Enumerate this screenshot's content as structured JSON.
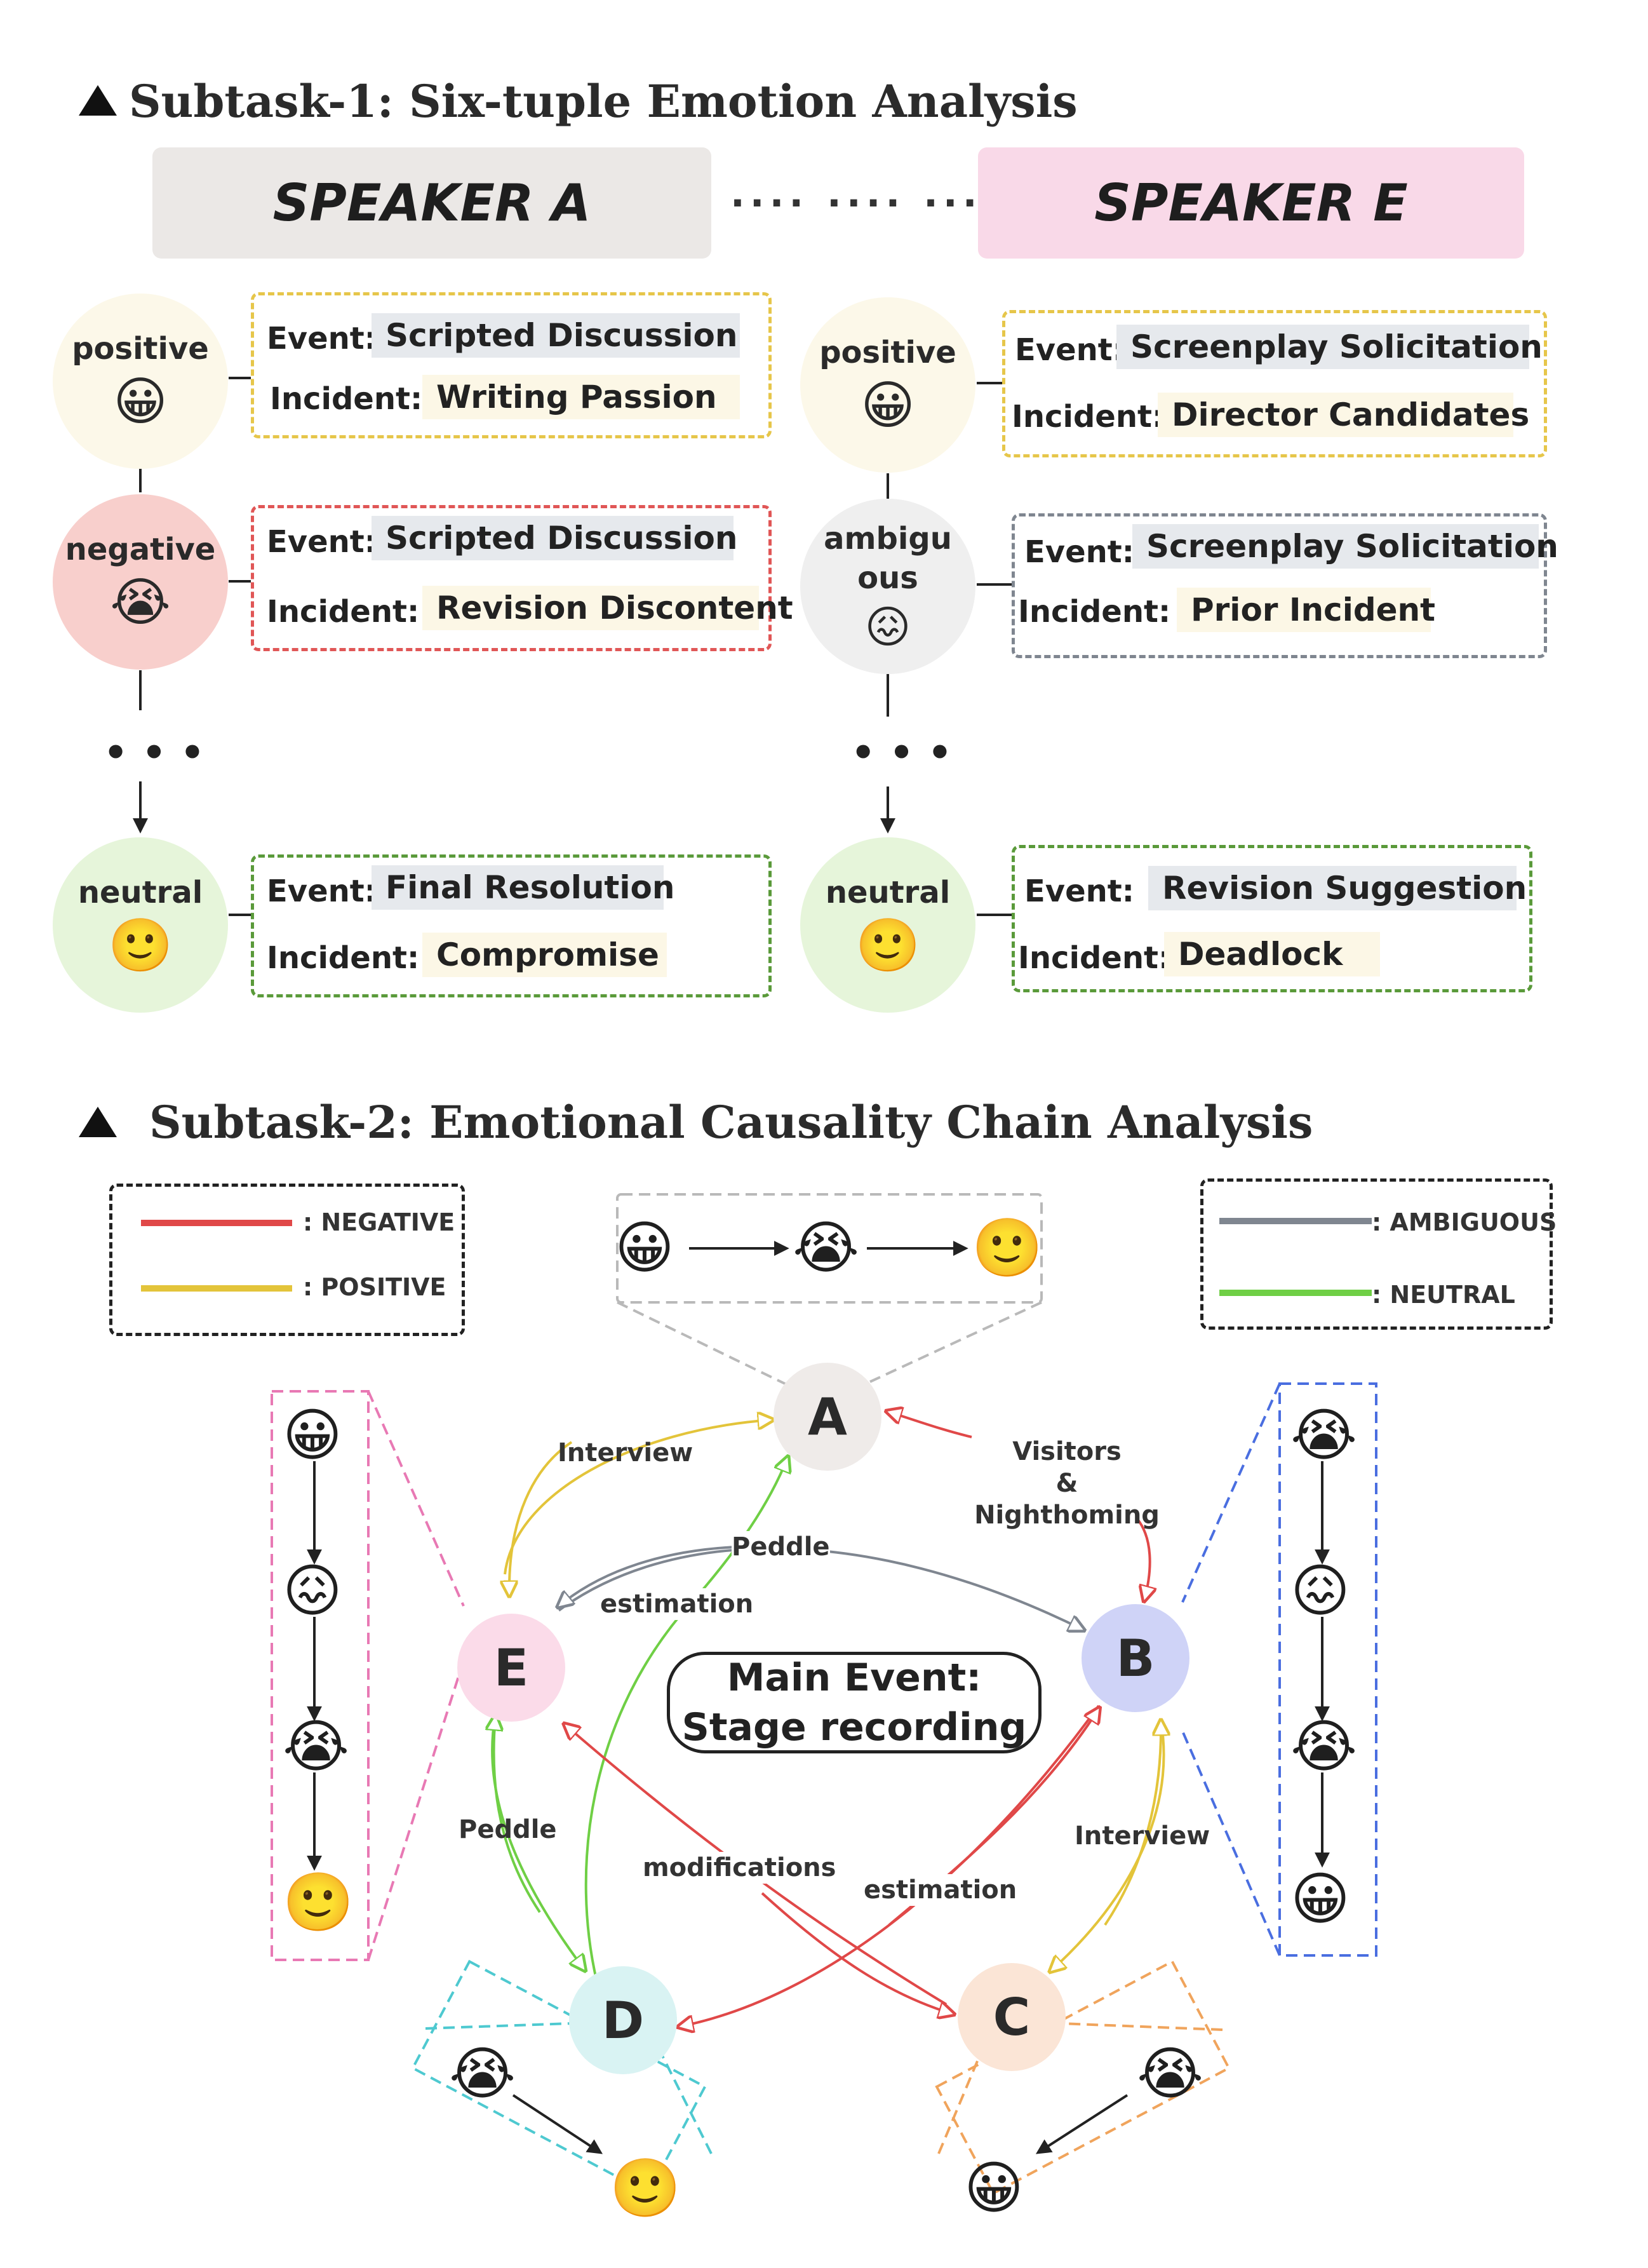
{
  "subtask1": {
    "title": "Subtask-1: Six-tuple Emotion Analysis",
    "speaker_a": "SPEAKER A",
    "speaker_e": "SPEAKER E",
    "between_dots": ".... .... ....",
    "event_label": "Event:",
    "incident_label": "Incident:",
    "vertical_dots": "•••",
    "speaker_a_rows": [
      {
        "emotion": "positive",
        "emoji": "😀",
        "event": "Scripted Discussion",
        "incident": "Writing Passion"
      },
      {
        "emotion": "negative",
        "emoji": "😭",
        "event": "Scripted Discussion",
        "incident": "Revision Discontent"
      },
      {
        "emotion": "neutral",
        "emoji": "🙂",
        "event": "Final Resolution",
        "incident": "Compromise"
      }
    ],
    "speaker_e_rows": [
      {
        "emotion": "positive",
        "emoji": "😀",
        "event": "Screenplay Solicitation",
        "incident": "Director Candidates"
      },
      {
        "emotion_line1": "ambigu",
        "emotion_line2": "ous",
        "emoji": "😖",
        "event": "Screenplay Solicitation",
        "incident": "Prior Incident"
      },
      {
        "emotion": "neutral",
        "emoji": "🙂",
        "event": "Revision Suggestion",
        "incident": "Deadlock"
      }
    ]
  },
  "subtask2": {
    "title": "Subtask-2: Emotional Causality Chain Analysis",
    "legend_left": [
      {
        "label": ": NEGATIVE",
        "color": "#e04848"
      },
      {
        "label": ": POSITIVE",
        "color": "#e3c43a"
      }
    ],
    "legend_right": [
      {
        "label": ": AMBIGUOUS",
        "color": "#7f8690"
      },
      {
        "label": ": NEUTRAL",
        "color": "#6fcf45"
      }
    ],
    "main_event_line1": "Main Event:",
    "main_event_line2": "Stage recording",
    "nodes": {
      "A": "A",
      "B": "B",
      "C": "C",
      "D": "D",
      "E": "E"
    },
    "node_colors": {
      "A": "#efebe9",
      "B": "#cfd3f7",
      "C": "#fbe5d6",
      "D": "#d9f3f3",
      "E": "#fbdbe9"
    },
    "edge_labels": {
      "interview_ea": "Interview",
      "visitors_1": "Visitors",
      "visitors_2": "&",
      "visitors_3": "Nighthoming",
      "peddle_eb": "Peddle",
      "estimation_da": "estimation",
      "peddle_ed": "Peddle",
      "modifications": "modifications",
      "estimation_db": "estimation",
      "interview_bc": "Interview"
    },
    "chains": {
      "A": [
        "😀",
        "😭",
        "🙂"
      ],
      "E": [
        "😀",
        "😖",
        "😭",
        "🙂"
      ],
      "B": [
        "😭",
        "😖",
        "😭",
        "😀"
      ],
      "D": [
        "😭",
        "🙂"
      ],
      "C": [
        "😭",
        "😀"
      ]
    },
    "colors": {
      "negative": "#e04848",
      "positive": "#e3c43a",
      "ambiguous": "#7f8690",
      "neutral": "#6fcf45",
      "box_a": "#b9b9b9",
      "box_e": "#e879b4",
      "box_b": "#4a6ee0",
      "box_d": "#4ec9d0",
      "box_c": "#f0a45c"
    }
  }
}
